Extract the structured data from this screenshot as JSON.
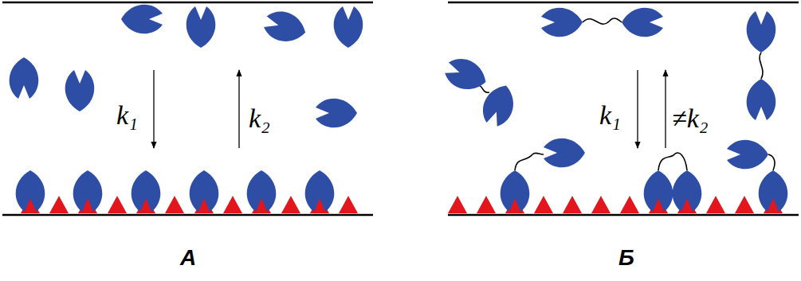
{
  "diagram": {
    "labels": [
      "k₁",
      "k₂",
      "А",
      "k₁",
      "≠k₂",
      "Б"
    ]
  }
}
